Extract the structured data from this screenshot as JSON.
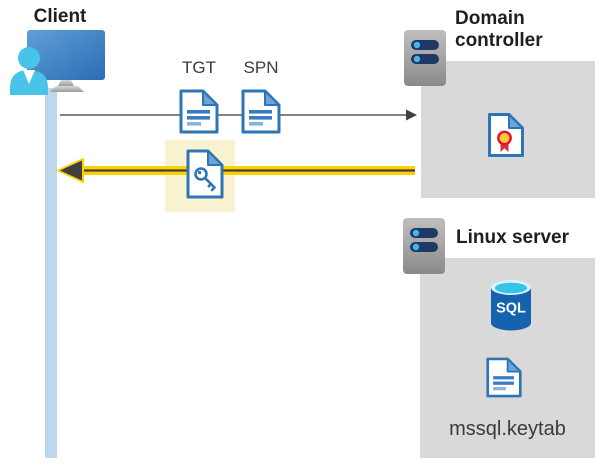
{
  "client": {
    "label": "Client"
  },
  "flow": {
    "tgt_label": "TGT",
    "spn_label": "SPN"
  },
  "domain_controller": {
    "label": "Domain controller"
  },
  "linux_server": {
    "label": "Linux server",
    "sql_badge": "SQL",
    "keytab_label": "mssql.keytab"
  },
  "colors": {
    "doc_blue": "#2E75B6",
    "doc_fold_blue": "#6FA3D8",
    "doc_line_light": "#85B4E0",
    "light_blue_bar": "#BDD7EE",
    "panel_gray": "#D9D9D9",
    "arrow_gray": "#595959",
    "arrow_yellow": "#FFD100",
    "arrow_dark_core": "#404040",
    "highlight_yellow": "#FAF3D2",
    "person_cyan": "#47C4E8",
    "monitor_blue": "#3A7CC2",
    "server_bar_navy": "#1F3864",
    "server_dot_blue": "#45B6E8",
    "sql_body_blue": "#1563AF",
    "sql_top_cyan": "#35C4E8",
    "cert_badge_yellow": "#FFC83D",
    "cert_ribbon_red": "#D13438"
  }
}
